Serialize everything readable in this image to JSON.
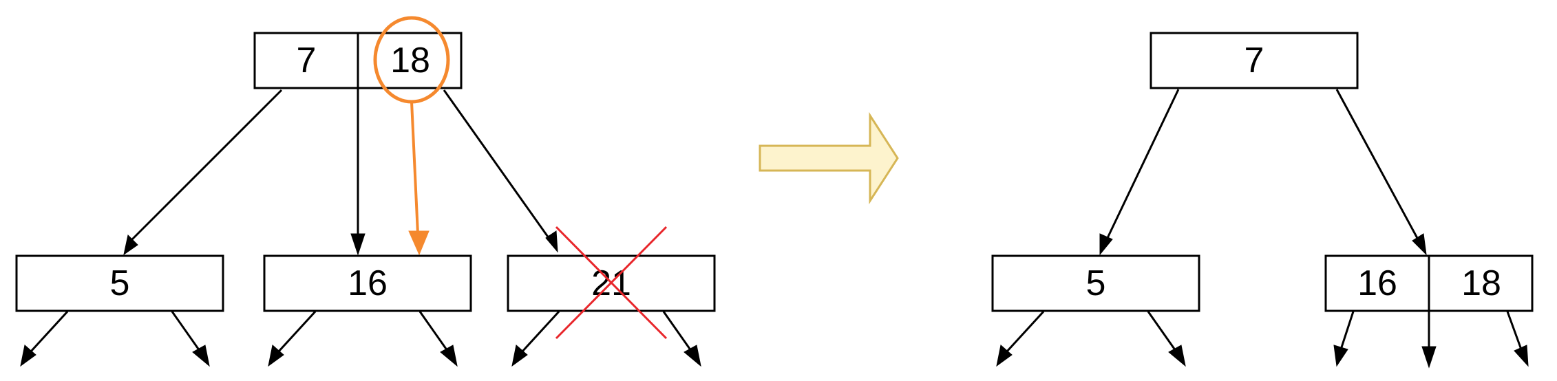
{
  "before": {
    "root": {
      "keys": [
        "7",
        "18"
      ]
    },
    "children": [
      {
        "keys": [
          "5"
        ]
      },
      {
        "keys": [
          "16"
        ]
      },
      {
        "keys": [
          "21"
        ]
      }
    ]
  },
  "after": {
    "root": {
      "keys": [
        "7"
      ]
    },
    "children": [
      {
        "keys": [
          "5"
        ]
      },
      {
        "keys": [
          "16",
          "18"
        ]
      }
    ]
  },
  "colors": {
    "highlight": "#F5892E",
    "delete_mark": "#E8262B",
    "transition_arrow_fill": "#FDF3CD",
    "transition_arrow_stroke": "#D6B656"
  }
}
